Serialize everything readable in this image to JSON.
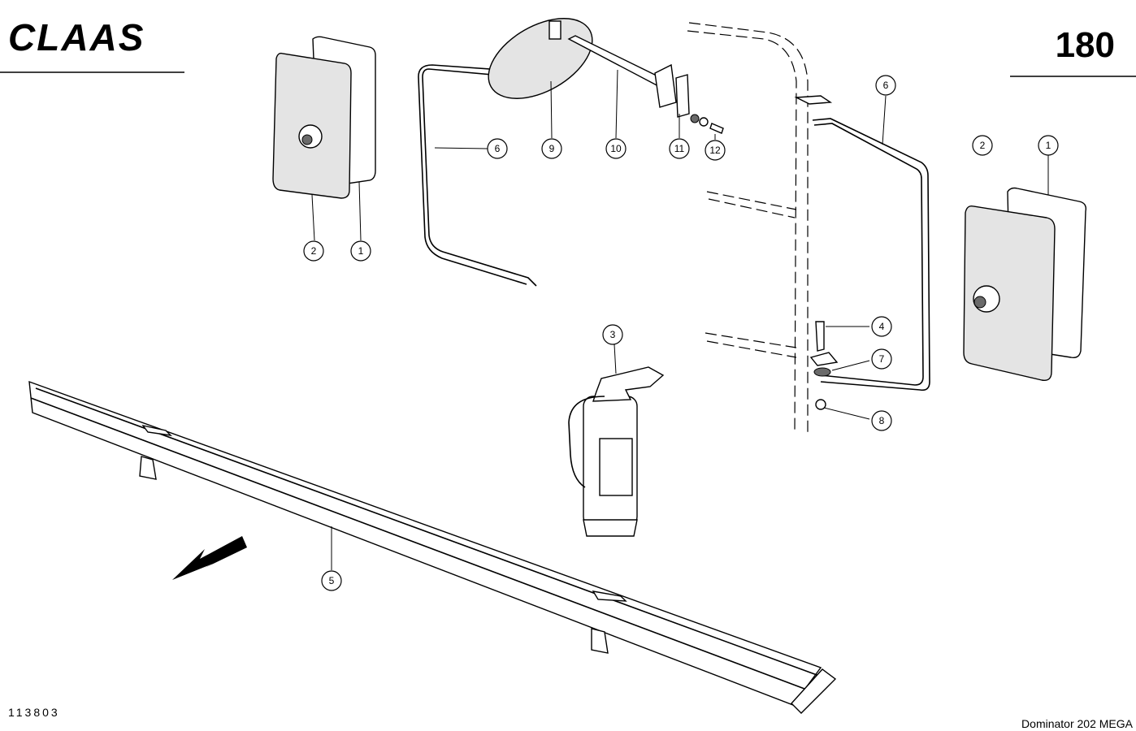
{
  "header": {
    "brand": "CLAAS",
    "page_number": "180"
  },
  "footer": {
    "drawing_number": "113803",
    "model": "Dominator  202 MEGA"
  },
  "colors": {
    "ink": "#000000",
    "paper": "#ffffff"
  },
  "callouts": [
    {
      "id": "left-mirror-glass",
      "label": "1"
    },
    {
      "id": "left-mirror-housing",
      "label": "2"
    },
    {
      "id": "fire-extinguisher",
      "label": "3"
    },
    {
      "id": "bolt",
      "label": "4"
    },
    {
      "id": "side-rail",
      "label": "5"
    },
    {
      "id": "left-bracket",
      "label": "6"
    },
    {
      "id": "washer",
      "label": "7"
    },
    {
      "id": "nut",
      "label": "8"
    },
    {
      "id": "top-mirror",
      "label": "9"
    },
    {
      "id": "mirror-arm",
      "label": "10"
    },
    {
      "id": "clamp-plate",
      "label": "11"
    },
    {
      "id": "screw",
      "label": "12"
    },
    {
      "id": "right-bracket",
      "label": "6"
    },
    {
      "id": "right-mirror-housing",
      "label": "2"
    },
    {
      "id": "right-mirror-glass",
      "label": "1"
    }
  ]
}
